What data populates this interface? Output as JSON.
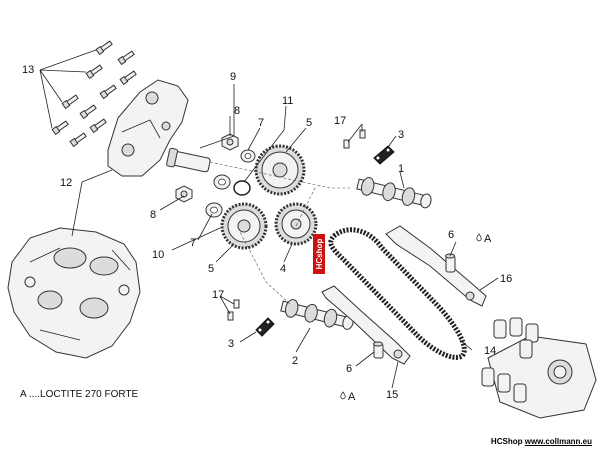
{
  "callouts": {
    "c13": "13",
    "c9": "9",
    "c8a": "8",
    "c7a": "7",
    "c11": "11",
    "c5a": "5",
    "c17a": "17",
    "c3a": "3",
    "c1": "1",
    "c12": "12",
    "c8b": "8",
    "c10": "10",
    "c7b": "7",
    "c5b": "5",
    "c4": "4",
    "c6a": "6",
    "cAa": "A",
    "c16": "16",
    "c17b": "17",
    "c3b": "3",
    "c2": "2",
    "c6b": "6",
    "cAb": "A",
    "c15": "15",
    "c14": "14"
  },
  "watermark": "HCshop",
  "note": "A ....LOCTITE 270 FORTE",
  "footer": {
    "shop": "HCShop",
    "site": "www.collmann.eu"
  },
  "colors": {
    "ink": "#333333",
    "watermark": "#cc1111",
    "fill": "#f3f3f3"
  }
}
